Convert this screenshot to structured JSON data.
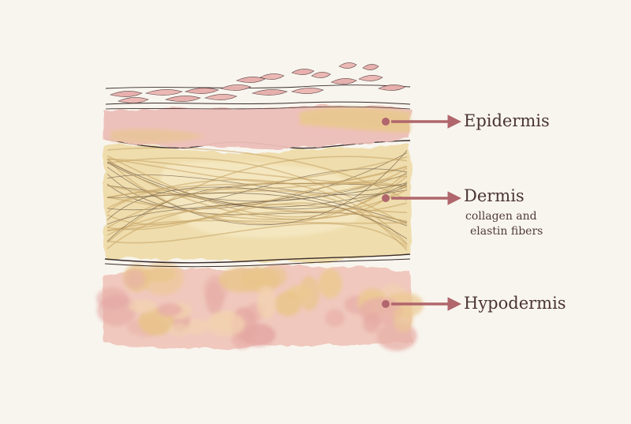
{
  "layers": [
    {
      "id": "epidermis",
      "name": "Epidermis",
      "note": []
    },
    {
      "id": "dermis",
      "name": "Dermis",
      "note": [
        "collagen and",
        "elastin fibers"
      ]
    },
    {
      "id": "hypodermis",
      "name": "Hypodermis",
      "note": []
    }
  ],
  "colors": {
    "background": "#f8f5ee",
    "epidermis": "#e8b3b0",
    "dermis": "#ecd9a3",
    "hypodermis": "#eab4ab",
    "arrow": "#b0666c",
    "ink": "#4a3434"
  }
}
